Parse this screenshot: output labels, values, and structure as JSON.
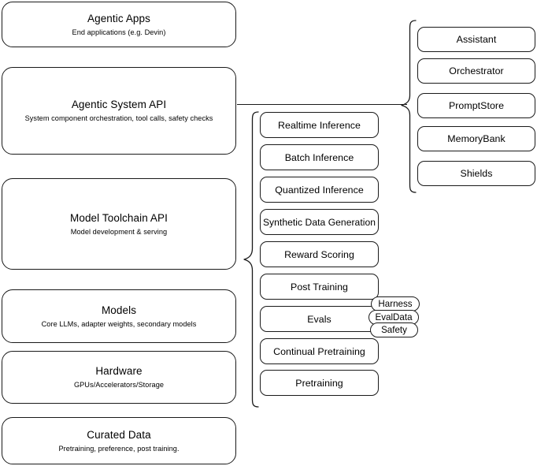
{
  "diagram": {
    "type": "layered-architecture-diagram",
    "background_color": "#ffffff",
    "stroke_color": "#1a1a1a",
    "layers": [
      {
        "id": "agentic-apps",
        "title": "Agentic Apps",
        "subtitle": "End applications (e.g. Devin)"
      },
      {
        "id": "agentic-system-api",
        "title": "Agentic System API",
        "subtitle": "System component orchestration, tool calls, safety checks"
      },
      {
        "id": "model-toolchain-api",
        "title": "Model Toolchain API",
        "subtitle": "Model development & serving"
      },
      {
        "id": "models",
        "title": "Models",
        "subtitle": "Core LLMs, adapter weights, secondary models"
      },
      {
        "id": "hardware",
        "title": "Hardware",
        "subtitle": "GPUs/Accelerators/Storage"
      },
      {
        "id": "curated-data",
        "title": "Curated Data",
        "subtitle": "Pretraining, preference, post training."
      }
    ],
    "toolchain_components": [
      {
        "id": "realtime-inference",
        "label": "Realtime Inference"
      },
      {
        "id": "batch-inference",
        "label": "Batch Inference"
      },
      {
        "id": "quantized-inference",
        "label": "Quantized Inference"
      },
      {
        "id": "synthetic-data-generation",
        "label": "Synthetic Data Generation"
      },
      {
        "id": "reward-scoring",
        "label": "Reward Scoring"
      },
      {
        "id": "post-training",
        "label": "Post Training"
      },
      {
        "id": "evals",
        "label": "Evals"
      },
      {
        "id": "continual-pretraining",
        "label": "Continual Pretraining"
      },
      {
        "id": "pretraining",
        "label": "Pretraining"
      }
    ],
    "evals_subcomponents": [
      {
        "id": "harness",
        "label": "Harness"
      },
      {
        "id": "evaldata",
        "label": "EvalData"
      },
      {
        "id": "safety",
        "label": "Safety"
      }
    ],
    "system_components": [
      {
        "id": "assistant",
        "label": "Assistant"
      },
      {
        "id": "orchestrator",
        "label": "Orchestrator"
      },
      {
        "id": "promptstore",
        "label": "PromptStore"
      },
      {
        "id": "memorybank",
        "label": "MemoryBank"
      },
      {
        "id": "shields",
        "label": "Shields"
      }
    ]
  }
}
